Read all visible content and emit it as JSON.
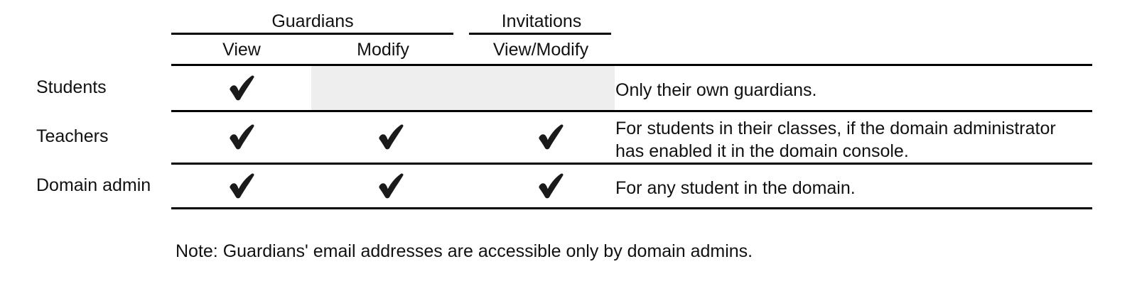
{
  "table": {
    "column_groups": [
      {
        "label": "Guardians",
        "span": 2
      },
      {
        "label": "Invitations",
        "span": 1
      }
    ],
    "columns": [
      {
        "label": "View"
      },
      {
        "label": "Modify"
      },
      {
        "label": "View/Modify"
      },
      {
        "label": ""
      }
    ],
    "rows": [
      {
        "label": "Students",
        "cells": [
          {
            "state": "check"
          },
          {
            "state": "shaded"
          },
          {
            "state": "shaded"
          }
        ],
        "description": "Only their own guardians."
      },
      {
        "label": "Teachers",
        "cells": [
          {
            "state": "check"
          },
          {
            "state": "check"
          },
          {
            "state": "check"
          }
        ],
        "description": "For students in their classes, if the domain administrator\nhas enabled it in the domain console."
      },
      {
        "label": "Domain admin",
        "cells": [
          {
            "state": "check"
          },
          {
            "state": "check"
          },
          {
            "state": "check"
          }
        ],
        "description": "For any student in the domain."
      }
    ]
  },
  "footnote": {
    "text": "Note: Guardians' email addresses are accessible only by domain admins."
  },
  "icons": {
    "check": "heavy-check-mark"
  },
  "colors": {
    "text": "#111111",
    "rule": "#000000",
    "shaded_cell": "#eeeeee",
    "background": "#ffffff"
  }
}
